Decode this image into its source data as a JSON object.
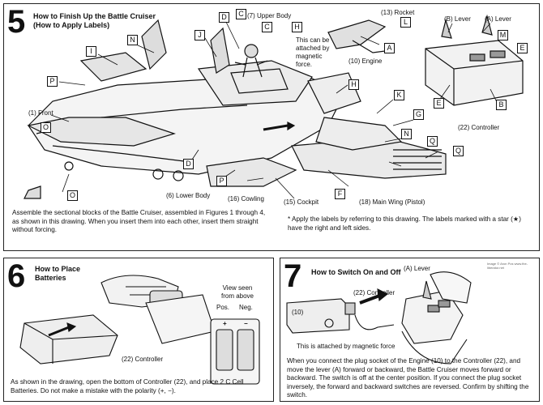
{
  "step5": {
    "number": "5",
    "title_line1": "How to Finish Up the Battle Cruiser",
    "title_line2": "(How to Apply Labels)",
    "callouts": {
      "front": "(1) Front",
      "upper_body": "(7) Upper Body",
      "rocket": "(13) Rocket",
      "engine": "(10) Engine",
      "lower_body": "(6) Lower Body",
      "cowling": "(16) Cowling",
      "cockpit": "(15) Cockpit",
      "main_wing": "(18) Main Wing (Pistol)",
      "controller": "(22) Controller",
      "lever_b": "(B) Lever",
      "lever_a": "(A) Lever",
      "magnetic_note": "This can be attached by magnetic force."
    },
    "label_letters": {
      "n_top": "N",
      "d": "D",
      "c": "C",
      "c2": "C",
      "h_top": "H",
      "l": "L",
      "i": "I",
      "j": "J",
      "p_left": "P",
      "a": "A",
      "m": "M",
      "e_right": "E",
      "e_mid": "E",
      "b": "B",
      "h_mid": "H",
      "k": "K",
      "g": "G",
      "n_mid": "N",
      "q1": "Q",
      "q2": "Q",
      "o1": "O",
      "o2": "O",
      "d_low": "D",
      "p_low": "P",
      "f": "F"
    },
    "instructions": "Assemble the sectional blocks of the Battle Cruiser, assembled in Figures 1 through 4, as shown in this drawing. When you insert them into each other, insert them straight without forcing.",
    "star_note": "* Apply the labels by referring to this drawing. The labels marked with a star (★) have the right and left sides."
  },
  "step6": {
    "number": "6",
    "title_line1": "How to Place",
    "title_line2": "Batteries",
    "view_label": "View seen from above",
    "pos_label": "Pos.",
    "neg_label": "Neg.",
    "plus": "+",
    "minus": "−",
    "controller": "(22) Controller",
    "instructions": "As shown in the drawing, open the bottom of Controller (22), and place 2 C Cell Batteries. Do not make a mistake with the polarity (+, −)."
  },
  "step7": {
    "number": "7",
    "title": "How to Switch On and Off",
    "lever": "(A) Lever",
    "controller": "(22) Controller",
    "engine": "(10)",
    "magnetic": "This is attached by magnetic force",
    "watermark": "Image © Aron Pos www.the-liberator.net",
    "instructions": "When you connect the plug socket of the Engine (10) to the Controller (22), and move the lever (A) forward or backward, the Battle Cruiser moves forward or backward. The switch is off at the center position. If you connect the plug socket inversely, the forward and backward switches are reversed. Confirm by shifting the switch."
  }
}
